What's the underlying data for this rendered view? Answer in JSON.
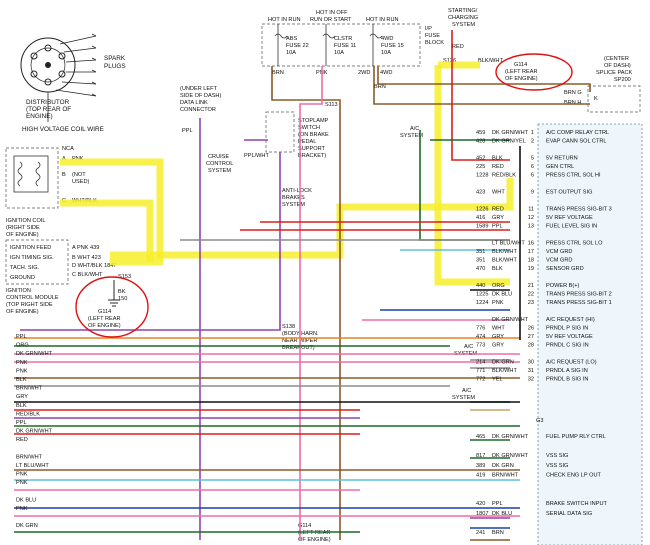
{
  "colors": {
    "highlight": "#f6ee2a",
    "annotation_circle": "#e01010",
    "ecm_panel": "#eef6fb",
    "wire_pink": "#f06aa8",
    "wire_brown": "#8a5a2b",
    "wire_dkgrn": "#1c6b2a",
    "wire_orange": "#e8821e",
    "wire_dkblu": "#1f3fa8",
    "wire_ltblu": "#5bc0de",
    "wire_red": "#d81f1f",
    "wire_gray": "#8c8c8c",
    "wire_black": "#111111",
    "wire_purple": "#8e44ad",
    "wire_tan": "#c9a36a"
  },
  "labels": {
    "spark_plugs": [
      "SPARK",
      "PLUGS"
    ],
    "distributor": [
      "DISTRIBUTOR",
      "(TOP REAR OF",
      "ENGINE)"
    ],
    "hv_coil_wire": "HIGH VOLTAGE COIL WIRE",
    "ignition_coil": [
      "IGNITION COIL",
      "(RIGHT SIDE",
      "OF ENGINE)"
    ],
    "coil_pins": [
      "NCA",
      "A",
      "B",
      "(NOT",
      "USED)",
      "C"
    ],
    "coil_wires": [
      "PNK",
      "WHT/BLK"
    ],
    "icm_rows": [
      "IGNITION FEED",
      "IGN TIMING SIG.",
      "TACH. SIG.",
      "GROUND"
    ],
    "icm_pins": [
      "A PNK 439",
      "B WHT 423",
      "D WHT/BLK 1847",
      "C BLK/WHT"
    ],
    "icm_title": [
      "IGNITION",
      "CONTROL MODULE",
      "(TOP RIGHT SIDE",
      "OF ENGINE)"
    ],
    "s153": "S153",
    "bk_150": [
      "BK",
      "150"
    ],
    "g114_left": [
      "G114",
      "(LEFT REAR",
      "OF ENGINE)"
    ],
    "hot_in_run_1": "HOT IN RUN",
    "hot_in_off": [
      "HOT IN OFF",
      "RUN OR START"
    ],
    "hot_in_run_2": "HOT IN RUN",
    "ip_fuse_block": [
      "I/P",
      "FUSE",
      "BLOCK"
    ],
    "fuse_abs": [
      "ABS",
      "FUSE 22",
      "10A"
    ],
    "fuse_clstr": [
      "CLSTR",
      "FUSE 11",
      "10A"
    ],
    "fuse_4wd": [
      "4WD",
      "FUSE 15",
      "10A"
    ],
    "starting_charging": [
      "STARTING/",
      "CHARGING",
      "SYSTEM"
    ],
    "red": "RED",
    "s126": "S126",
    "blk_wht": "BLK/WHT",
    "g114_right": [
      "G114",
      "(LEFT REAR",
      "OF ENGINE)"
    ],
    "splice_pack": [
      "(CENTER",
      "OF DASH)",
      "SPLICE PACK",
      "SP200"
    ],
    "brn_g": "BRN G",
    "brn_h": "BRN H",
    "k": "K",
    "brn": "BRN",
    "pnk": "PNK",
    "two_wd": "2WD",
    "four_wd": "4WD",
    "s113": "S113",
    "dlc": [
      "(UNDER LEFT",
      "SIDE OF DASH)",
      "DATA LINK",
      "CONNECTOR"
    ],
    "ppl": "PPL",
    "stoplamp": [
      "STOPLAMP",
      "SWITCH",
      "(ON BRAKE",
      "PEDAL",
      "SUPPORT",
      "BRACKET)"
    ],
    "cruise": [
      "CRUISE",
      "CONTROL",
      "SYSTEM"
    ],
    "ppl_wht": "PPL/WHT",
    "ac_system_top": [
      "A/C",
      "SYSTEM"
    ],
    "anti_lock": [
      "ANTI-LOCK",
      "BRAKES",
      "SYSTEM"
    ],
    "s138": [
      "S138",
      "(BODY HARN.",
      "NEAR WIPER",
      "BREAKOUT)"
    ],
    "ac_system_mid": [
      "A/C",
      "SYSTEM"
    ],
    "ac_system_low": [
      "A/C",
      "SYSTEM"
    ],
    "g114_bottom": [
      "G114",
      "(LEFT REAR",
      "OF ENGINE)"
    ],
    "g3": "G3"
  },
  "ecm_rows": [
    {
      "circuit": "459",
      "wire": "DK GRN/WHT",
      "pin": "1",
      "signal": "A/C COMP RELAY CTRL"
    },
    {
      "circuit": "428",
      "wire": "DK GRN/YEL",
      "pin": "2",
      "signal": "EVAP CANN SOL CTRL"
    },
    {
      "circuit": "",
      "wire": "",
      "pin": "",
      "signal": ""
    },
    {
      "circuit": "452",
      "wire": "BLK",
      "pin": "5",
      "signal": "5V RETURN"
    },
    {
      "circuit": "225",
      "wire": "RED",
      "pin": "6",
      "signal": "GEN CTRL"
    },
    {
      "circuit": "1228",
      "wire": "RED/BLK",
      "pin": "6",
      "signal": "PRESS CTRL SOL HI"
    },
    {
      "circuit": "",
      "wire": "",
      "pin": "",
      "signal": ""
    },
    {
      "circuit": "423",
      "wire": "WHT",
      "pin": "9",
      "signal": "EST OUTPUT SIG"
    },
    {
      "circuit": "",
      "wire": "",
      "pin": "",
      "signal": ""
    },
    {
      "circuit": "1226",
      "wire": "RED",
      "pin": "11",
      "signal": "TRANS PRESS SIG-BIT 3"
    },
    {
      "circuit": "416",
      "wire": "GRY",
      "pin": "12",
      "signal": "5V REF VOLTAGE"
    },
    {
      "circuit": "1589",
      "wire": "PPL",
      "pin": "13",
      "signal": "FUEL LEVEL SIG IN"
    },
    {
      "circuit": "",
      "wire": "",
      "pin": "",
      "signal": ""
    },
    {
      "circuit": "",
      "wire": "LT BLU/WHT",
      "pin": "16",
      "signal": "PRESS CTRL SOL LO"
    },
    {
      "circuit": "351",
      "wire": "BLK/WHT",
      "pin": "17",
      "signal": "VCM GRD"
    },
    {
      "circuit": "351",
      "wire": "BLK/WHT",
      "pin": "18",
      "signal": "VCM GRD"
    },
    {
      "circuit": "470",
      "wire": "BLK",
      "pin": "19",
      "signal": "SENSOR GRD"
    },
    {
      "circuit": "",
      "wire": "",
      "pin": "",
      "signal": ""
    },
    {
      "circuit": "440",
      "wire": "ORG",
      "pin": "21",
      "signal": "POWER B(+)"
    },
    {
      "circuit": "1225",
      "wire": "DK BLU",
      "pin": "22",
      "signal": "TRANS PRESS SIG-BIT 2"
    },
    {
      "circuit": "1224",
      "wire": "PNK",
      "pin": "23",
      "signal": "TRANS PRESS SIG-BIT 1"
    },
    {
      "circuit": "",
      "wire": "",
      "pin": "",
      "signal": ""
    },
    {
      "circuit": "",
      "wire": "DK GRN/WHT",
      "pin": "",
      "signal": "A/C REQUEST (HI)"
    },
    {
      "circuit": "776",
      "wire": "WHT",
      "pin": "26",
      "signal": "PRNDL P SIG IN"
    },
    {
      "circuit": "474",
      "wire": "GRY",
      "pin": "27",
      "signal": "5V REF VOLTAGE"
    },
    {
      "circuit": "773",
      "wire": "GRY",
      "pin": "28",
      "signal": "PRNDL C SIG IN"
    },
    {
      "circuit": "",
      "wire": "",
      "pin": "",
      "signal": ""
    },
    {
      "circuit": "214",
      "wire": "DK GRN",
      "pin": "30",
      "signal": "A/C REQUEST (LO)"
    },
    {
      "circuit": "771",
      "wire": "BLK/WHT",
      "pin": "31",
      "signal": "PRNDL A SIG IN"
    },
    {
      "circuit": "772",
      "wire": "YEL",
      "pin": "32",
      "signal": "PRNDL B SIG IN"
    }
  ],
  "ecm_lower_rows": [
    {
      "circuit": "465",
      "wire": "DK GRN/WHT",
      "pin": "",
      "signal": "FUEL PUMP RLY CTRL"
    },
    {
      "circuit": "",
      "wire": "",
      "pin": "",
      "signal": ""
    },
    {
      "circuit": "817",
      "wire": "DK GRN/WHT",
      "pin": "",
      "signal": "VSS SIG"
    },
    {
      "circuit": "389",
      "wire": "DK GRN",
      "pin": "",
      "signal": "VSS SIG"
    },
    {
      "circuit": "419",
      "wire": "BRN/WHT",
      "pin": "",
      "signal": "CHECK ENG LP OUT"
    },
    {
      "circuit": "",
      "wire": "",
      "pin": "",
      "signal": ""
    },
    {
      "circuit": "",
      "wire": "",
      "pin": "",
      "signal": ""
    },
    {
      "circuit": "420",
      "wire": "PPL",
      "pin": "",
      "signal": "BRAKE SWITCH INPUT"
    },
    {
      "circuit": "1807",
      "wire": "DK BLU",
      "pin": "",
      "signal": "SERIAL DATA SIG"
    },
    {
      "circuit": "",
      "wire": "",
      "pin": "",
      "signal": ""
    },
    {
      "circuit": "241",
      "wire": "BRN",
      "pin": "",
      "signal": ""
    }
  ],
  "left_wires": [
    "PPL",
    "ORG",
    "DK GRN/WHT",
    "PNK",
    "PNK",
    "BLK",
    "BRN/WHT",
    "GRY",
    "BLK",
    "RED/BLK",
    "PPL",
    "DK GRN/WHT",
    "RED",
    "",
    "BRN/WHT",
    "LT BLU/WHT",
    "PNK",
    "PNK",
    "",
    "DK BLU",
    "PNK",
    "",
    "DK GRN"
  ]
}
